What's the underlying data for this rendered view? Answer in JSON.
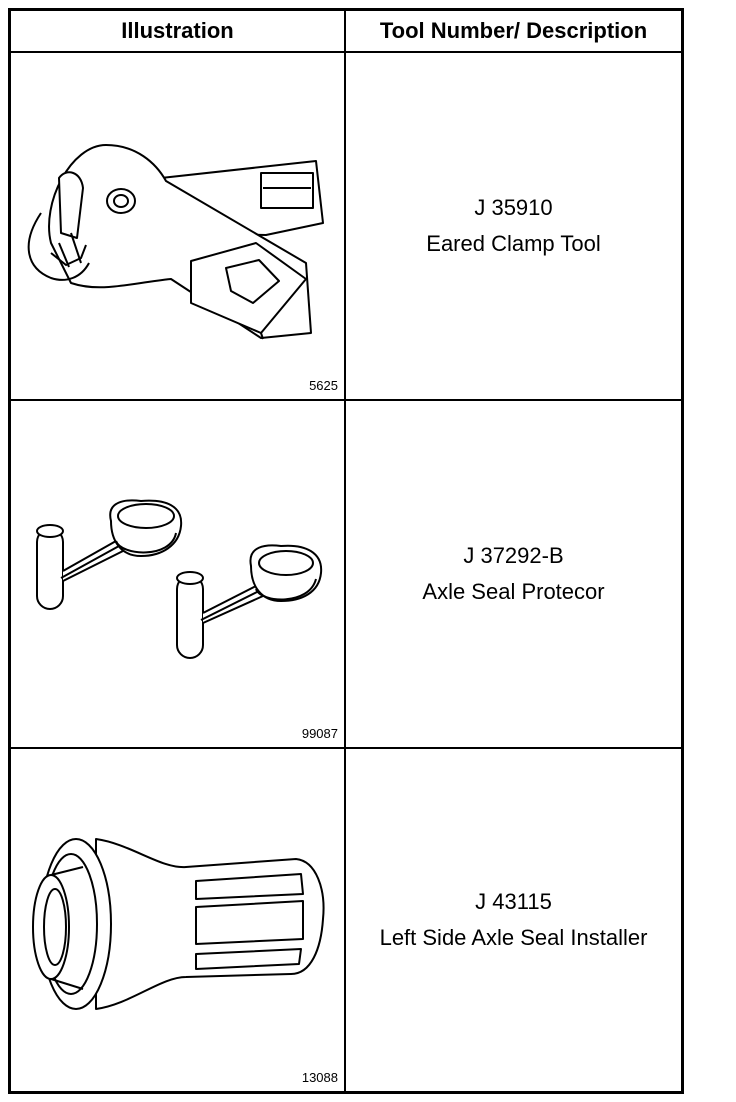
{
  "table": {
    "headers": [
      "Illustration",
      "Tool Number/ Description"
    ],
    "rows": [
      {
        "figure": "5625",
        "tool_number": "J 35910",
        "description": "Eared Clamp Tool",
        "icon": "eared-clamp-tool-icon"
      },
      {
        "figure": "99087",
        "tool_number": "J 37292-B",
        "description": "Axle Seal Protecor",
        "icon": "axle-seal-protector-icon"
      },
      {
        "figure": "13088",
        "tool_number": "J 43115",
        "description": "Left Side Axle Seal Installer",
        "icon": "axle-seal-installer-icon"
      }
    ]
  }
}
